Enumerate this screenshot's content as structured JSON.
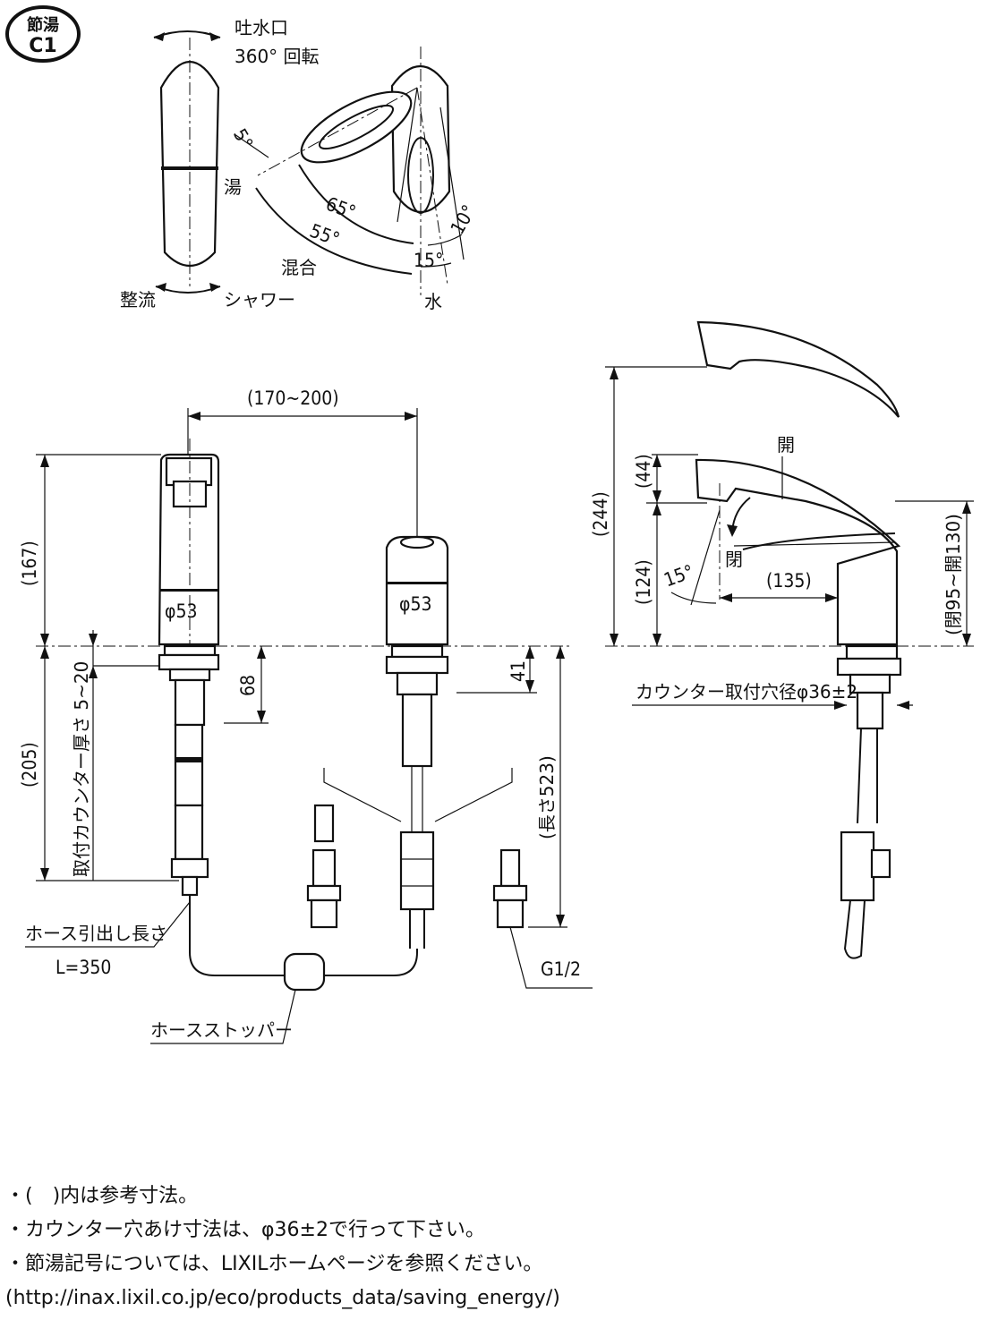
{
  "badge": {
    "line1": "節湯",
    "line2": "C1"
  },
  "top_view": {
    "spout_rotation_label": "吐水口",
    "spout_rotation_value": "360° 回転",
    "straight_label": "整流",
    "shower_label": "シャワー"
  },
  "lever_angles": {
    "hot_label": "湯",
    "mix_label": "混合",
    "water_label": "水",
    "angle_5": "5°",
    "angle_65": "65°",
    "angle_55": "55°",
    "angle_10": "10°",
    "angle_15": "15°"
  },
  "front_view": {
    "width_dim": "(170~200)",
    "height_dim": "(167)",
    "below_dim": "(205)",
    "diameter_left": "φ53",
    "diameter_right": "φ53",
    "dim_68": "68",
    "dim_41": "41",
    "counter_thickness": "取付カウンター厚さ 5~20",
    "hose_length_dim": "(長さ523)",
    "hose_pull_label": "ホース引出し長さ",
    "hose_pull_value": "L=350",
    "thread_label": "G1/2",
    "hose_stopper_label": "ホースストッパー"
  },
  "side_view": {
    "dim_244": "(244)",
    "dim_44": "(44)",
    "dim_124": "(124)",
    "dim_135": "(135)",
    "dim_range": "(閉95~開130)",
    "open_label": "開",
    "close_label": "閉",
    "angle_15": "15°",
    "counter_hole_label": "カウンター取付穴径φ36±2"
  },
  "notes": [
    "・(　)内は参考寸法。",
    "・カウンター穴あけ寸法は、φ36±2で行って下さい。",
    "・節湯記号については、LIXILホームページを参照ください。",
    "(http://inax.lixil.co.jp/eco/products_data/saving_energy/)"
  ]
}
